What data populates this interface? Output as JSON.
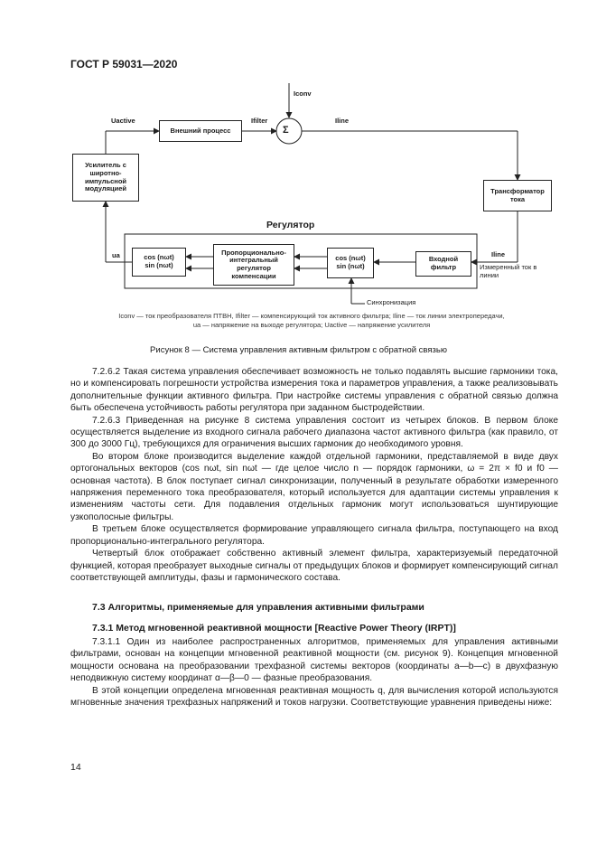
{
  "header": {
    "standard": "ГОСТ Р 59031—2020"
  },
  "diagram": {
    "labels": {
      "u_active": "Uactive",
      "i_filter": "Ifilter",
      "i_line_top": "Iline",
      "i_conv": "Iconv",
      "sigma": "Σ",
      "u_a": "ua",
      "i_line_right": "Iline",
      "regulator_title": "Регулятор"
    },
    "blocks": {
      "external_process": "Внешний процесс",
      "pwm_amplifier": "Усилитель с широтно-импульсной модуляцией",
      "current_transformer": "Трансформатор тока",
      "pi_regulator": "Пропорционально-интегральный регулятор компенсации",
      "out_cos": "cos (nωt)",
      "out_sin": "sin (nωt)",
      "mid_cos": "cos (nωt)",
      "mid_sin": "sin (nωt)",
      "input_filter": "Входной фильтр",
      "measured_current": "Измеренный ток в линии",
      "sync": "Синхронизация"
    },
    "legend_line1": "Iconv — ток преобразователя ПТВН, Ifilter — компенсирующий ток активного фильтра; Iline — ток линии электропередачи,",
    "legend_line2": "ua — напряжение на выходе регулятора; Uactive — напряжение усилителя"
  },
  "figure_caption": "Рисунок 8 — Система управления активным фильтром с обратной связью",
  "paragraphs": {
    "p1": "7.2.6.2 Такая система управления обеспечивает возможность не только подавлять высшие гармоники тока, но и компенсировать погрешности устройства измерения тока и параметров управления, а также реализовывать дополнительные функции активного фильтра. При настройке системы управления с обратной связью должна быть обеспечена устойчивость работы регулятора при заданном быстродействии.",
    "p2": "7.2.6.3 Приведенная на рисунке 8 система управления состоит из четырех блоков. В первом блоке осуществляется выделение из входного сигнала рабочего диапазона частот активного фильтра (как правило, от 300 до 3000 Гц), требующихся для ограничения высших гармоник до необходимого уровня.",
    "p3": "Во втором блоке производится выделение каждой отдельной гармоники, представляемой в виде двух ортогональных векторов (cos nωt, sin nωt — где целое число n — порядок гармоники, ω = 2π × f0 и f0 — основная частота). В блок поступает сигнал синхронизации, полученный в результате обработки измеренного напряжения переменного тока преобразователя, который используется для адаптации системы управления к изменениям частоты сети. Для подавления отдельных гармоник могут использоваться шунтирующие узкополосные фильтры.",
    "p4": "В третьем блоке осуществляется формирование управляющего сигнала фильтра, поступающего на вход пропорционально-интегрального регулятора.",
    "p5": "Четвертый блок отображает собственно активный элемент фильтра, характеризуемый передаточной функцией, которая преобразует выходные сигналы от предыдущих блоков и формирует компенсирующий сигнал соответствующей амплитуды, фазы и гармонического состава.",
    "h73": "7.3 Алгоритмы, применяемые для управления активными фильтрами",
    "h731": "7.3.1 Метод мгновенной реактивной мощности [Reactive Power Theory (IRPT)]",
    "p6": "7.3.1.1 Один из наиболее распространенных алгоритмов, применяемых для управления активными фильтрами, основан на концепции мгновенной реактивной мощности (см. рисунок 9). Концепция мгновенной мощности основана на преобразовании трехфазной системы векторов (координаты a—b—c) в двухфазную неподвижную систему координат α—β—0 — фазные преобразования.",
    "p7": "В этой концепции определена мгновенная реактивная мощность q, для вычисления которой используются мгновенные значения трехфазных напряжений и токов нагрузки. Соответствующие уравнения приведены ниже:"
  },
  "page_number": "14"
}
